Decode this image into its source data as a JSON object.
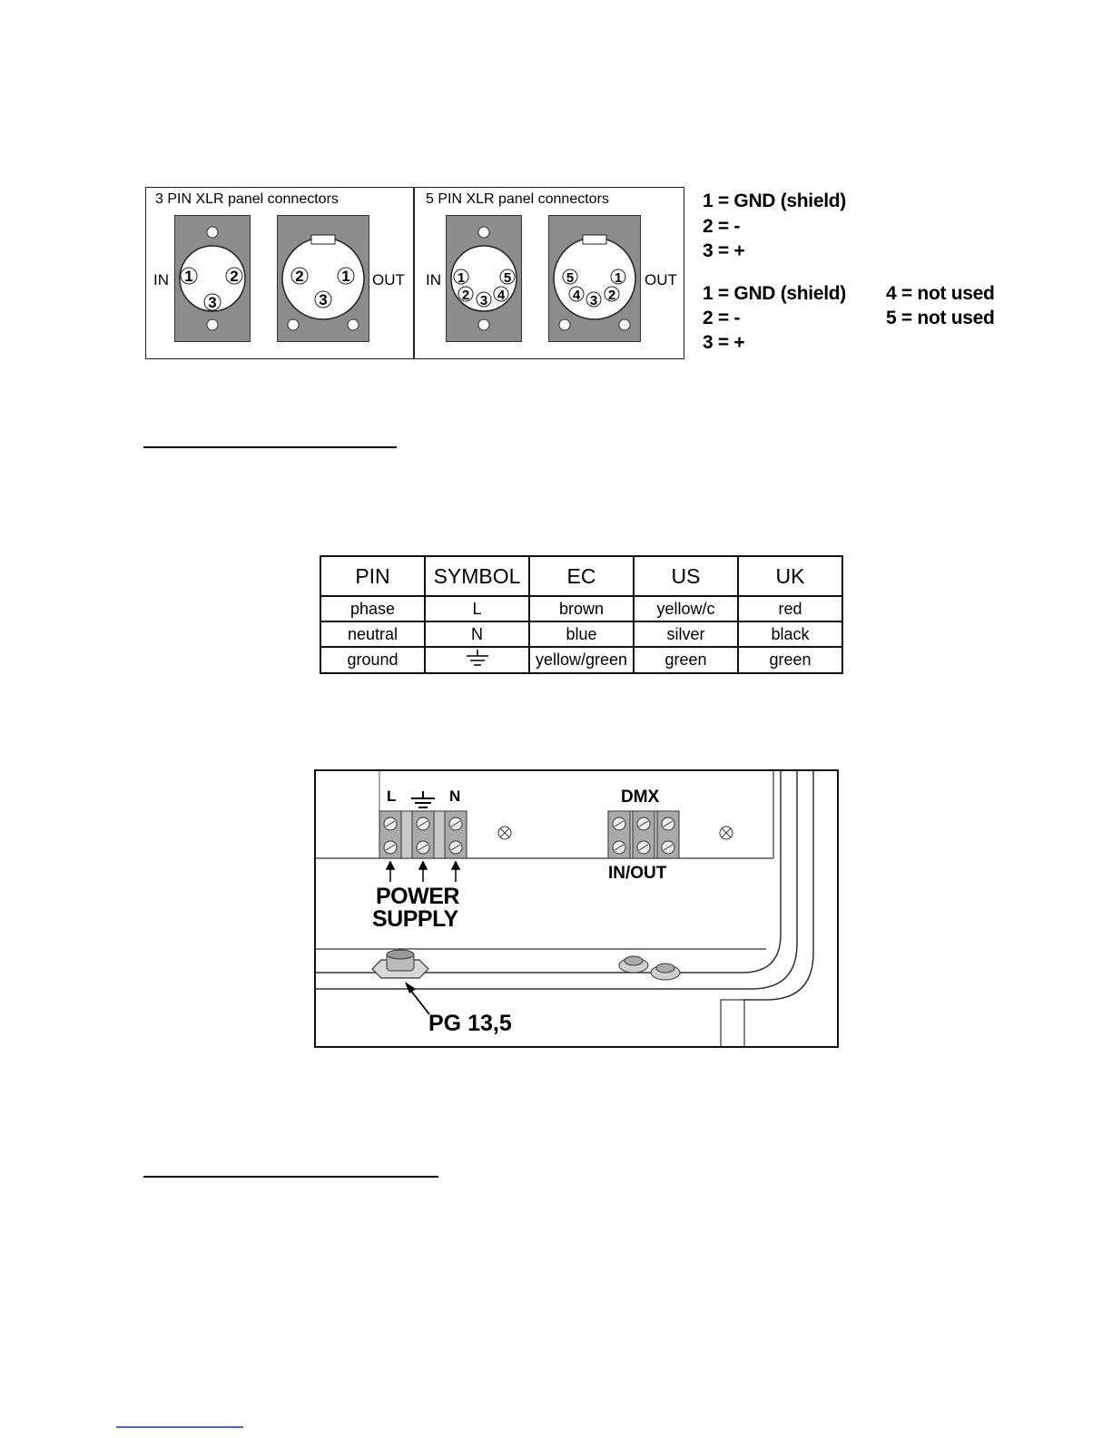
{
  "xlr": {
    "pin3_title": "3 PIN XLR panel connectors",
    "pin5_title": "5 PIN XLR panel connectors",
    "in_label": "IN",
    "out_label": "OUT",
    "pin3_in_pins": [
      "1",
      "2",
      "3"
    ],
    "pin3_out_pins": [
      "2",
      "1",
      "3"
    ],
    "pin5_in_pins": [
      "1",
      "5",
      "2",
      "3",
      "4"
    ],
    "pin5_out_pins": [
      "5",
      "1",
      "4",
      "3",
      "2"
    ],
    "legend3": [
      "1 = GND (shield)",
      "2 = -",
      "3 = +"
    ],
    "legend5_left": [
      "1 = GND (shield)",
      "2 = -",
      "3 = +"
    ],
    "legend5_right": [
      "4 = not used",
      "5 = not used"
    ]
  },
  "table": {
    "headers": [
      "PIN",
      "SYMBOL",
      "EC",
      "US",
      "UK"
    ],
    "rows": [
      [
        "phase",
        "L",
        "brown",
        "yellow/c",
        "red"
      ],
      [
        "neutral",
        "N",
        "blue",
        "silver",
        "black"
      ],
      [
        "ground",
        "",
        "yellow/green",
        "green",
        "green"
      ]
    ]
  },
  "terminal": {
    "label_l": "L",
    "label_n": "N",
    "label_dmx": "DMX",
    "label_inout": "IN/OUT",
    "power_line1": "POWER",
    "power_line2": "SUPPLY",
    "pg_label": "PG 13,5",
    "ground_icon": "earth-ground-icon"
  },
  "colors": {
    "plate_gray": "#8c8c8c",
    "link_blue": "#4a62d0"
  }
}
